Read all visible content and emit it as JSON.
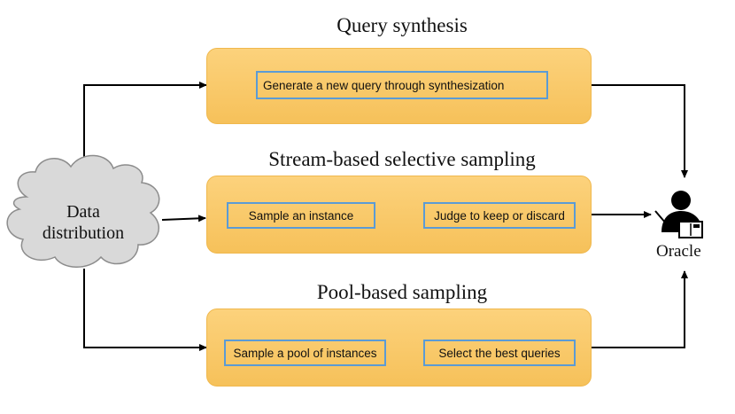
{
  "titles": {
    "query_synthesis": "Query synthesis",
    "stream_based": "Stream-based selective sampling",
    "pool_based": "Pool-based sampling"
  },
  "boxes": {
    "generate_query": "Generate a new query through synthesization",
    "sample_instance": "Sample an instance",
    "judge_keep_discard": "Judge to keep or discard",
    "sample_pool": "Sample a pool of instances",
    "select_best": "Select the best queries"
  },
  "source": {
    "line1": "Data",
    "line2": "distribution"
  },
  "oracle": {
    "label": "Oracle",
    "icon": "person-at-laptop-icon"
  },
  "colors": {
    "panel": "#f8c766",
    "box_border": "#5b9bd5",
    "arrow": "#000000",
    "inner_arrow": "#5b9bd5",
    "cloud": "#d9d9d9"
  }
}
